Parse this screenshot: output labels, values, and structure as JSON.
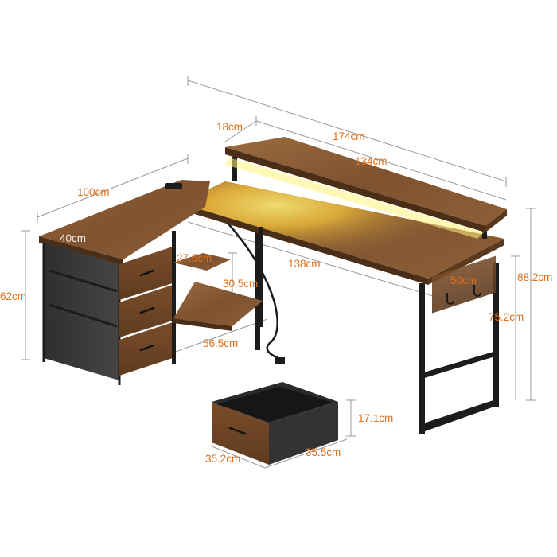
{
  "colors": {
    "label": "#e0701a",
    "dimension_line": "#9a9a9a",
    "wood": "#8a5a33",
    "wood_dark": "#5e3b1f",
    "frame": "#1c1c1c",
    "fabric": "#3a3a3a",
    "led_glow": "#ffd84a"
  },
  "icons": {
    "power_cable": "cable-plug-icon",
    "hooks": "hook-icon"
  },
  "dimensions": {
    "total_width": "174cm",
    "hutch_width": "134cm",
    "hutch_depth": "18cm",
    "side_length": "100cm",
    "side_depth": "40cm",
    "cabinet_height": "62cm",
    "shelf_height": "27.5cm",
    "shelf_gap": "30.5cm",
    "shelf_width": "56.5cm",
    "main_length": "138cm",
    "main_depth": "50cm",
    "total_height": "88.2cm",
    "desk_height": "75.2cm",
    "drawer_height": "17.1cm",
    "drawer_width": "35.2cm",
    "drawer_depth": "35.5cm"
  }
}
